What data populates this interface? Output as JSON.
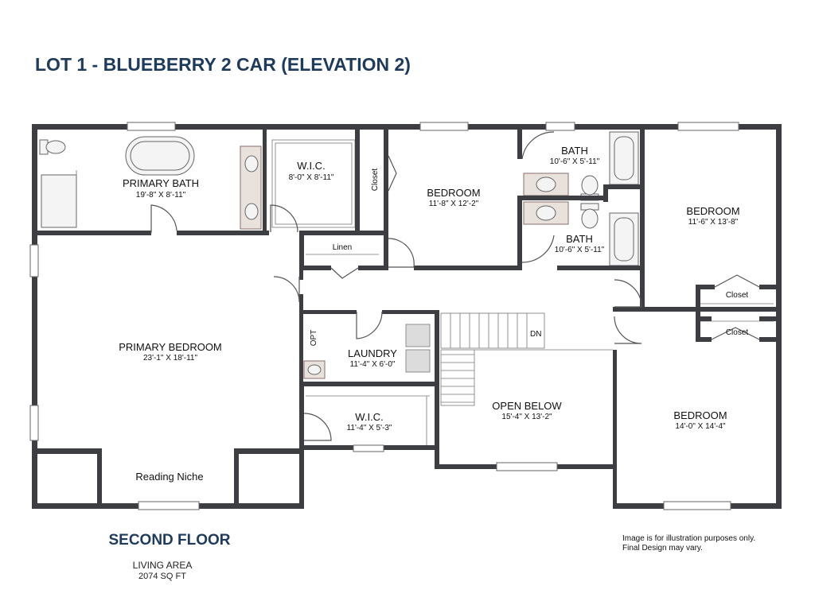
{
  "title": "LOT 1 - BLUEBERRY 2 CAR (ELEVATION 2)",
  "floor_label": "SECOND FLOOR",
  "living_area": {
    "label": "LIVING AREA",
    "value": "2074 SQ FT"
  },
  "disclaimer": {
    "line1": "Image is for illustration purposes only.",
    "line2": "Final Design may vary."
  },
  "rooms": {
    "primary_bath": {
      "name": "PRIMARY BATH",
      "dims": "19'-8\" X 8'-11\""
    },
    "wic_top": {
      "name": "W.I.C.",
      "dims": "8'-0\" X 8'-11\""
    },
    "closet_vertical": {
      "name": "Closet"
    },
    "bedroom_2": {
      "name": "BEDROOM",
      "dims": "11'-8\" X 12'-2\""
    },
    "bath_upper": {
      "name": "BATH",
      "dims": "10'-6\" X 5'-11\""
    },
    "bath_lower": {
      "name": "BATH",
      "dims": "10'-6\" X 5'-11\""
    },
    "bedroom_3": {
      "name": "BEDROOM",
      "dims": "11'-6\" X 13'-8\""
    },
    "linen": {
      "name": "Linen"
    },
    "closet_1": {
      "name": "Closet"
    },
    "closet_2": {
      "name": "Closet"
    },
    "primary_bedroom": {
      "name": "PRIMARY BEDROOM",
      "dims": "23'-1\" X 18'-11\""
    },
    "opt": {
      "name": "OPT"
    },
    "laundry": {
      "name": "LAUNDRY",
      "dims": "11'-4\" X 6'-0\""
    },
    "stair_dn": {
      "name": "DN"
    },
    "open_below": {
      "name": "OPEN BELOW",
      "dims": "15'-4\" X 13'-2\""
    },
    "bedroom_4": {
      "name": "BEDROOM",
      "dims": "14'-0\" X 14'-4\""
    },
    "wic_lower": {
      "name": "W.I.C.",
      "dims": "11'-4\" X 5'-3\""
    },
    "reading_niche": {
      "name": "Reading Niche"
    }
  }
}
